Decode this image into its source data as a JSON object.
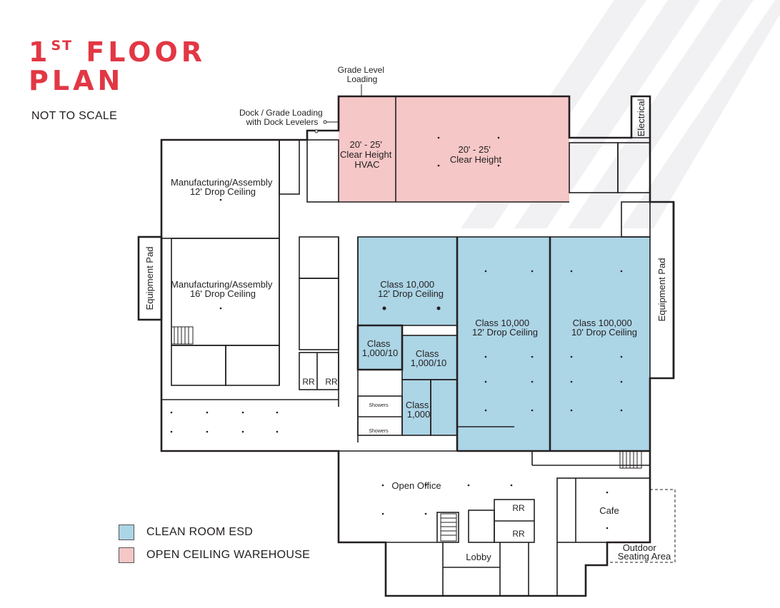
{
  "title": {
    "line1": "1",
    "sup": "ST",
    "line1_rest": " FLOOR",
    "line2": "PLAN"
  },
  "scale_note": "NOT TO SCALE",
  "colors": {
    "accent": "#e23744",
    "clean_room": "#acd5e6",
    "warehouse": "#f5c7c7",
    "line": "#231f20"
  },
  "legend": [
    {
      "label": "CLEAN ROOM ESD",
      "color": "#acd5e6"
    },
    {
      "label": "OPEN CEILING WAREHOUSE",
      "color": "#f5c7c7"
    }
  ],
  "callouts": {
    "grade_level": [
      "Grade Level",
      "Loading"
    ],
    "dock": [
      "Dock / Grade Loading",
      "with Dock Levelers"
    ]
  },
  "rooms": {
    "warehouse_hvac": [
      "20' - 25'",
      "Clear Height",
      "HVAC"
    ],
    "warehouse_main": [
      "20' - 25'",
      "Clear Height"
    ],
    "electrical": "Electrical",
    "mfg_12": [
      "Manufacturing/Assembly",
      "12' Drop Ceiling"
    ],
    "mfg_16": [
      "Manufacturing/Assembly",
      "16' Drop Ceiling"
    ],
    "equipment_pad_left": "Equipment Pad",
    "equipment_pad_right": "Equipment Pad",
    "class10k_a": [
      "Class 10,000",
      "12' Drop Ceiling"
    ],
    "class1k10_a": [
      "Class",
      "1,000/10"
    ],
    "class1k10_b": [
      "Class",
      "1,000/10"
    ],
    "class1k": [
      "Class",
      "1,000"
    ],
    "class10k_b": [
      "Class 10,000",
      "12' Drop Ceiling"
    ],
    "class100k": [
      "Class 100,000",
      "10' Drop Ceiling"
    ],
    "rr1": "RR",
    "rr2": "RR",
    "rr3": "RR",
    "rr4": "RR",
    "showers1": "Showers",
    "showers2": "Showers",
    "open_office": "Open Office",
    "cafe": "Cafe",
    "lobby": "Lobby",
    "outdoor": [
      "Outdoor",
      "Seating Area"
    ]
  }
}
